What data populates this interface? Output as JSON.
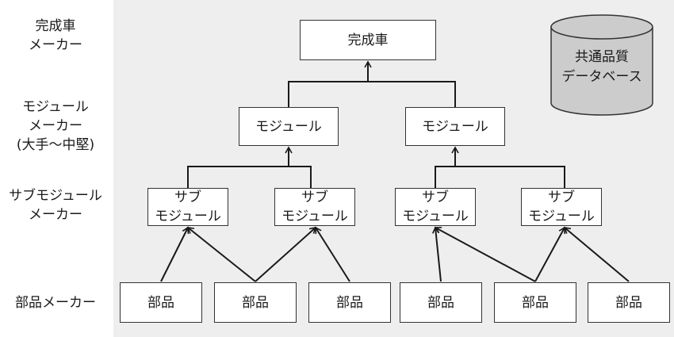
{
  "tiers": {
    "oem": [
      "完成車",
      "メーカー"
    ],
    "module_maker": [
      "モジュール",
      "メーカー",
      "(大手～中堅)"
    ],
    "submodule_maker": [
      "サブモジュール",
      "メーカー"
    ],
    "parts_maker": [
      "部品メーカー"
    ]
  },
  "nodes": {
    "vehicle": "完成車",
    "module_1": "モジュール",
    "module_2": "モジュール",
    "submodule_lines": [
      "サブ",
      "モジュール"
    ],
    "part": "部品"
  },
  "database": [
    "共通品質",
    "データベース"
  ],
  "colors": {
    "panel": "#eeeeee",
    "database_fill": "#cccccc",
    "line": "#1a1a1a"
  }
}
